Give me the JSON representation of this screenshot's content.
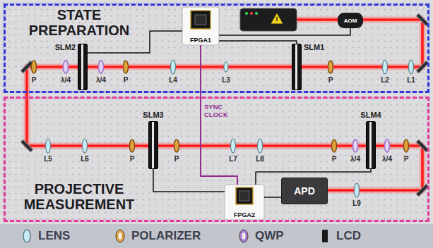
{
  "diagram": {
    "nodes": [
      {
        "text": [
          "STATE PREPARATION"
        ]
      },
      {
        "text": [
          "FPGA1"
        ],
        "in": 0
      },
      {
        "text": [
          "AOM"
        ],
        "in": 0
      },
      {
        "text": [
          "SLM2"
        ],
        "in": 0
      },
      {
        "text": [
          "SLM1"
        ],
        "in": 0
      },
      {
        "text": [
          "PROJECTIVE MEASUREMENT"
        ]
      },
      {
        "text": [
          "SLM3"
        ],
        "in": 5
      },
      {
        "text": [
          "SLM4"
        ],
        "in": 5
      },
      {
        "text": [
          "APD"
        ],
        "in": 5
      },
      {
        "text": [
          "FPGA2"
        ],
        "in": 5
      }
    ],
    "edges": [
      {
        "from": 1,
        "to": 2,
        "arrow": "none"
      },
      {
        "from": 1,
        "to": 4,
        "arrow": "none"
      },
      {
        "from": 1,
        "to": 3,
        "arrow": "none"
      },
      {
        "from": 1,
        "to": 9,
        "label": "SYNC CLOCK",
        "arrow": "none"
      },
      {
        "from": 9,
        "to": 6,
        "arrow": "none"
      },
      {
        "from": 9,
        "to": 7,
        "arrow": "none"
      },
      {
        "from": 9,
        "to": 8,
        "arrow": "none"
      }
    ],
    "labels": [
      "P",
      "λ/4",
      "λ/4",
      "P",
      "L4",
      "L3",
      "P",
      "L2",
      "L1",
      "L5",
      "L6",
      "P",
      "P",
      "L7",
      "L8",
      "P",
      "λ/4",
      "λ/4",
      "P",
      "L9"
    ],
    "legend": [
      {
        "text": "LENS",
        "color": "#c6ecf4"
      },
      {
        "text": "POLARIZER",
        "color": "#e2a23c"
      },
      {
        "text": "QWP",
        "color": "#a57ad0"
      },
      {
        "text": "LCD",
        "color": "#1a1a1a"
      }
    ]
  }
}
